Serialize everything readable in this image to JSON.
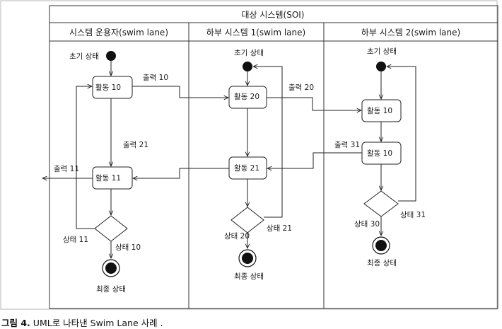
{
  "figure": {
    "title": "대상 시스템(SOI)",
    "caption_label": "그림 4.",
    "caption_text": "UML로 나타낸 Swim Lane 사례 ."
  },
  "lanes": [
    {
      "name": "시스템 운용자(swim lane)"
    },
    {
      "name": "하부 시스템 1(swim lane)"
    },
    {
      "name": "하부 시스템 2(swim lane)"
    }
  ],
  "states": {
    "initial_label": "초기 상태",
    "final_label": "최종 상태"
  },
  "activities": {
    "a10": "활동 10",
    "a11": "활동 11",
    "a20": "활동 20",
    "a21": "활동 21",
    "b10a": "활동 10",
    "b10b": "활동 10"
  },
  "flows": {
    "out10": "출력 10",
    "out11": "출력 11",
    "out20": "출력 20",
    "out21": "출력 21",
    "out31": "출력 31"
  },
  "guards": {
    "s10": "상태 10",
    "s11": "상태 11",
    "s20": "상태 20",
    "s21": "상태 21",
    "s30": "상태 30",
    "s31": "상태 31"
  }
}
